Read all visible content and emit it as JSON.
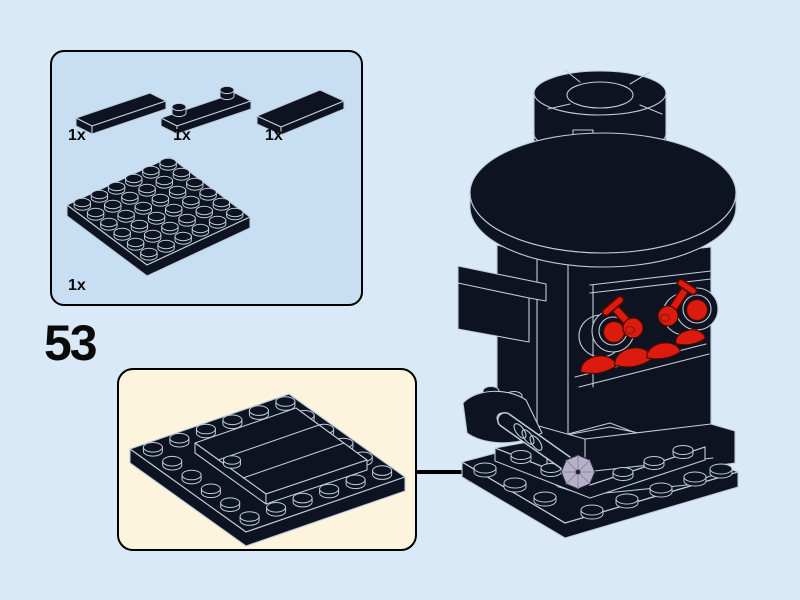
{
  "step": {
    "number": "53"
  },
  "parts_callout": {
    "parts": [
      {
        "name": "black-tile-1x4",
        "count_label": "1x"
      },
      {
        "name": "black-plate-1x4-with-2-studs",
        "count_label": "1x"
      },
      {
        "name": "black-tile-2x4",
        "count_label": "1x"
      },
      {
        "name": "black-plate-6x6",
        "count_label": "1x"
      }
    ]
  },
  "subassembly_callout": {
    "content": "base-plate-with-tiles-and-jumper-stud"
  },
  "model": {
    "content": "black-brickheadz-figure-top-hat-red-face-umbrella-on-base"
  },
  "colors": {
    "page_background": "#d9e9f8",
    "callout_blue": "#c8def2",
    "callout_cream": "#fcf4dd",
    "brick_black": "#0d1320",
    "edge_highlight": "#bfccda",
    "accent_red": "#dc1b0e",
    "accent_red_dark": "#4a0903",
    "umbrella_lavender": "#b6b0c9",
    "outline_black": "#000000"
  }
}
